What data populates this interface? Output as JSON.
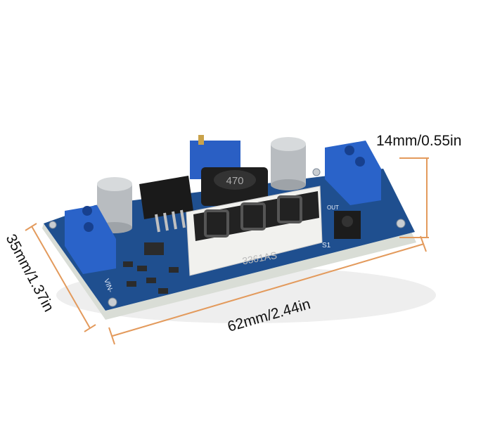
{
  "dimensions": {
    "height_label": "14mm/0.55in",
    "length_label": "62mm/2.44in",
    "width_label": "35mm/1.37in"
  },
  "component_markings": {
    "inductor": "470",
    "display_model": "3361AS",
    "input_label": "VIN-",
    "button_label": "S1",
    "output_label": "OUT"
  },
  "colors": {
    "dimension_line": "#e39a5c",
    "pcb": "#1f4f8f",
    "terminal": "#2a63c9",
    "display": "#f1f1ee"
  }
}
